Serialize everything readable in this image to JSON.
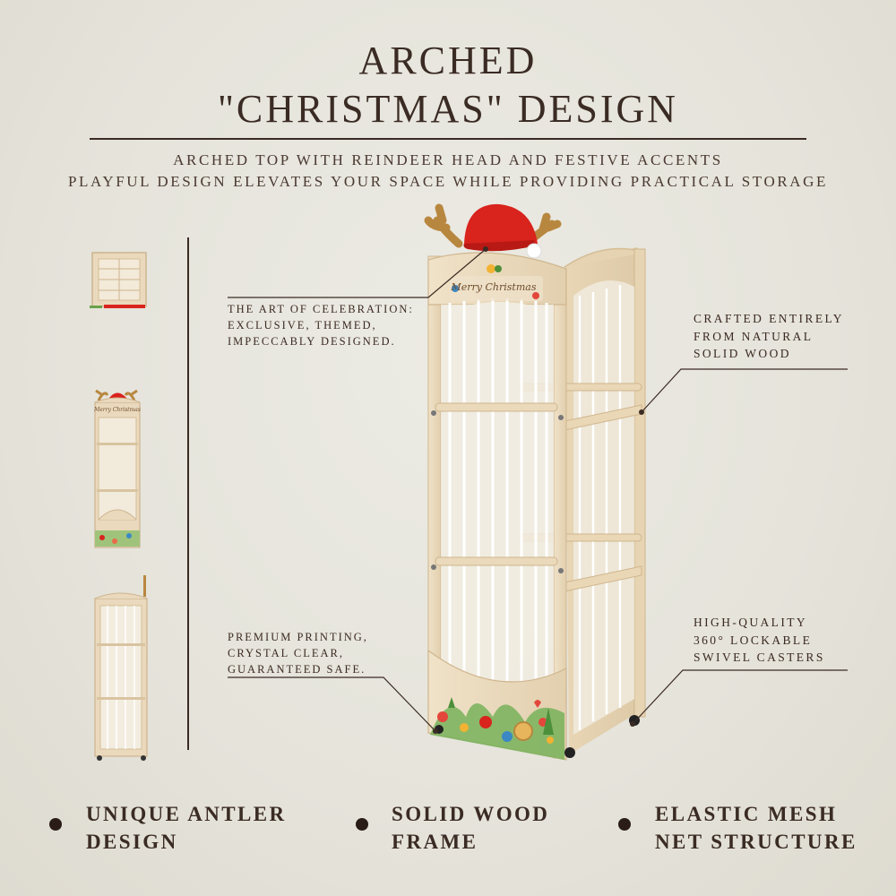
{
  "header": {
    "title_line1": "ARCHED",
    "title_line2": "\"CHRISTMAS\" DESIGN",
    "subtitle_line1": "ARCHED TOP WITH REINDEER HEAD AND FESTIVE ACCENTS",
    "subtitle_line2": "PLAYFUL DESIGN ELEVATES YOUR SPACE WHILE PROVIDING PRACTICAL STORAGE"
  },
  "product": {
    "sign_text": "Merry Christmas"
  },
  "callouts": {
    "celebration": [
      "THE ART OF CELEBRATION:",
      "EXCLUSIVE, THEMED,",
      "IMPECCABLY DESIGNED."
    ],
    "wood": [
      "CRAFTED ENTIRELY",
      "FROM NATURAL",
      "SOLID WOOD"
    ],
    "printing": [
      "PREMIUM PRINTING,",
      "CRYSTAL CLEAR,",
      "GUARANTEED SAFE."
    ],
    "casters": [
      "HIGH-QUALITY",
      "360° LOCKABLE",
      "SWIVEL CASTERS"
    ]
  },
  "features": [
    {
      "line1": "UNIQUE ANTLER",
      "line2": "DESIGN"
    },
    {
      "line1": "SOLID WOOD",
      "line2": "FRAME"
    },
    {
      "line1": "ELASTIC MESH",
      "line2": "NET STRUCTURE"
    }
  ],
  "colors": {
    "background": "#e6e4db",
    "text": "#3a2b24",
    "wood": "#ead9bd",
    "hat_red": "#d9231d",
    "antler": "#b8873f"
  }
}
